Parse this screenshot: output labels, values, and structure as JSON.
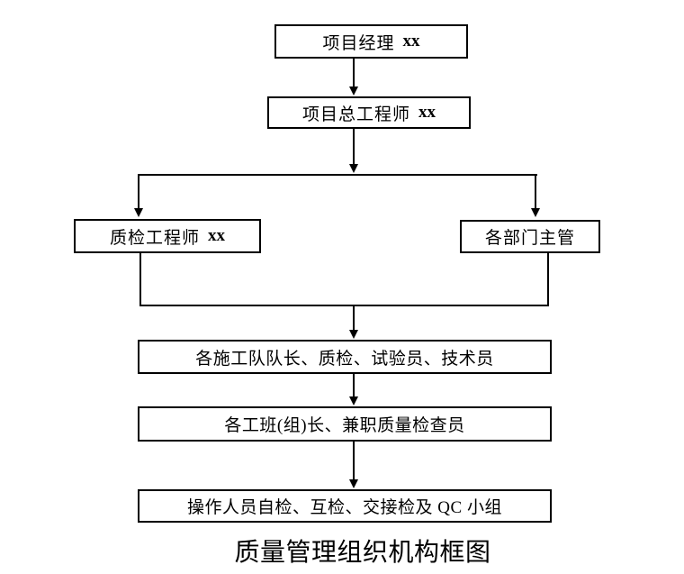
{
  "diagram": {
    "type": "flowchart",
    "caption": "质量管理组织机构框图",
    "colors": {
      "background": "#ffffff",
      "line": "#000000",
      "text": "#000000"
    },
    "nodes": {
      "project_manager": {
        "label": "项目经理",
        "suffix": "xx"
      },
      "chief_engineer": {
        "label": "项目总工程师",
        "suffix": "xx"
      },
      "quality_engineer": {
        "label": "质检工程师",
        "suffix": "xx"
      },
      "department_heads": {
        "label": "各部门主管",
        "suffix": ""
      },
      "construction_team_leaders": {
        "label": "各施工队队长、质检、试验员、技术员",
        "suffix": ""
      },
      "work_shift_leaders": {
        "label": "各工班(组)长、兼职质量检查员",
        "suffix": ""
      },
      "operators_self_check": {
        "label": "操作人员自检、互检、交接检及 QC 小组",
        "suffix": ""
      }
    },
    "edges": [
      {
        "from": "project_manager",
        "to": "chief_engineer"
      },
      {
        "from": "chief_engineer",
        "to": "quality_engineer"
      },
      {
        "from": "chief_engineer",
        "to": "department_heads"
      },
      {
        "from": "quality_engineer",
        "to": "construction_team_leaders"
      },
      {
        "from": "department_heads",
        "to": "construction_team_leaders"
      },
      {
        "from": "construction_team_leaders",
        "to": "work_shift_leaders"
      },
      {
        "from": "work_shift_leaders",
        "to": "operators_self_check"
      }
    ]
  }
}
